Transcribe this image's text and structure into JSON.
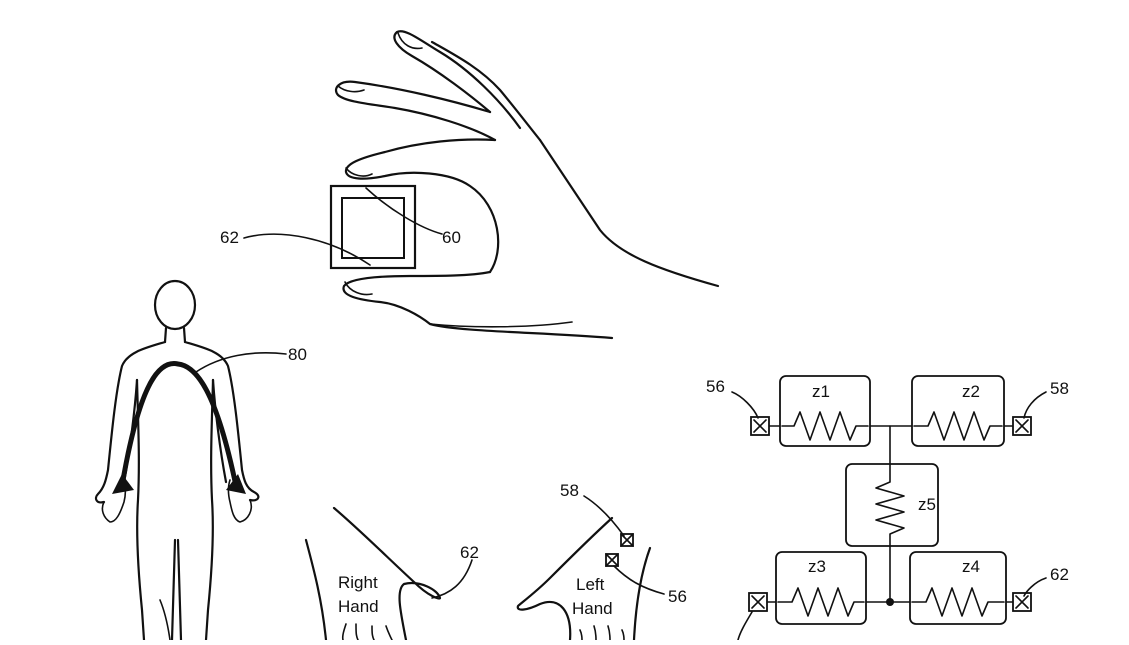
{
  "ref_numbers": {
    "ref_60": "60",
    "ref_62_hand": "62",
    "ref_80": "80",
    "ref_58_palm": "58",
    "ref_56_palm": "56",
    "ref_62_palm": "62",
    "ref_56_circuit": "56",
    "ref_58_circuit": "58",
    "ref_62_circuit": "62"
  },
  "hand_labels": {
    "right_line1": "Right",
    "right_line2": "Hand",
    "left_line1": "Left",
    "left_line2": "Hand"
  },
  "impedances": {
    "z1": "z1",
    "z2": "z2",
    "z3": "z3",
    "z4": "z4",
    "z5": "z5"
  }
}
